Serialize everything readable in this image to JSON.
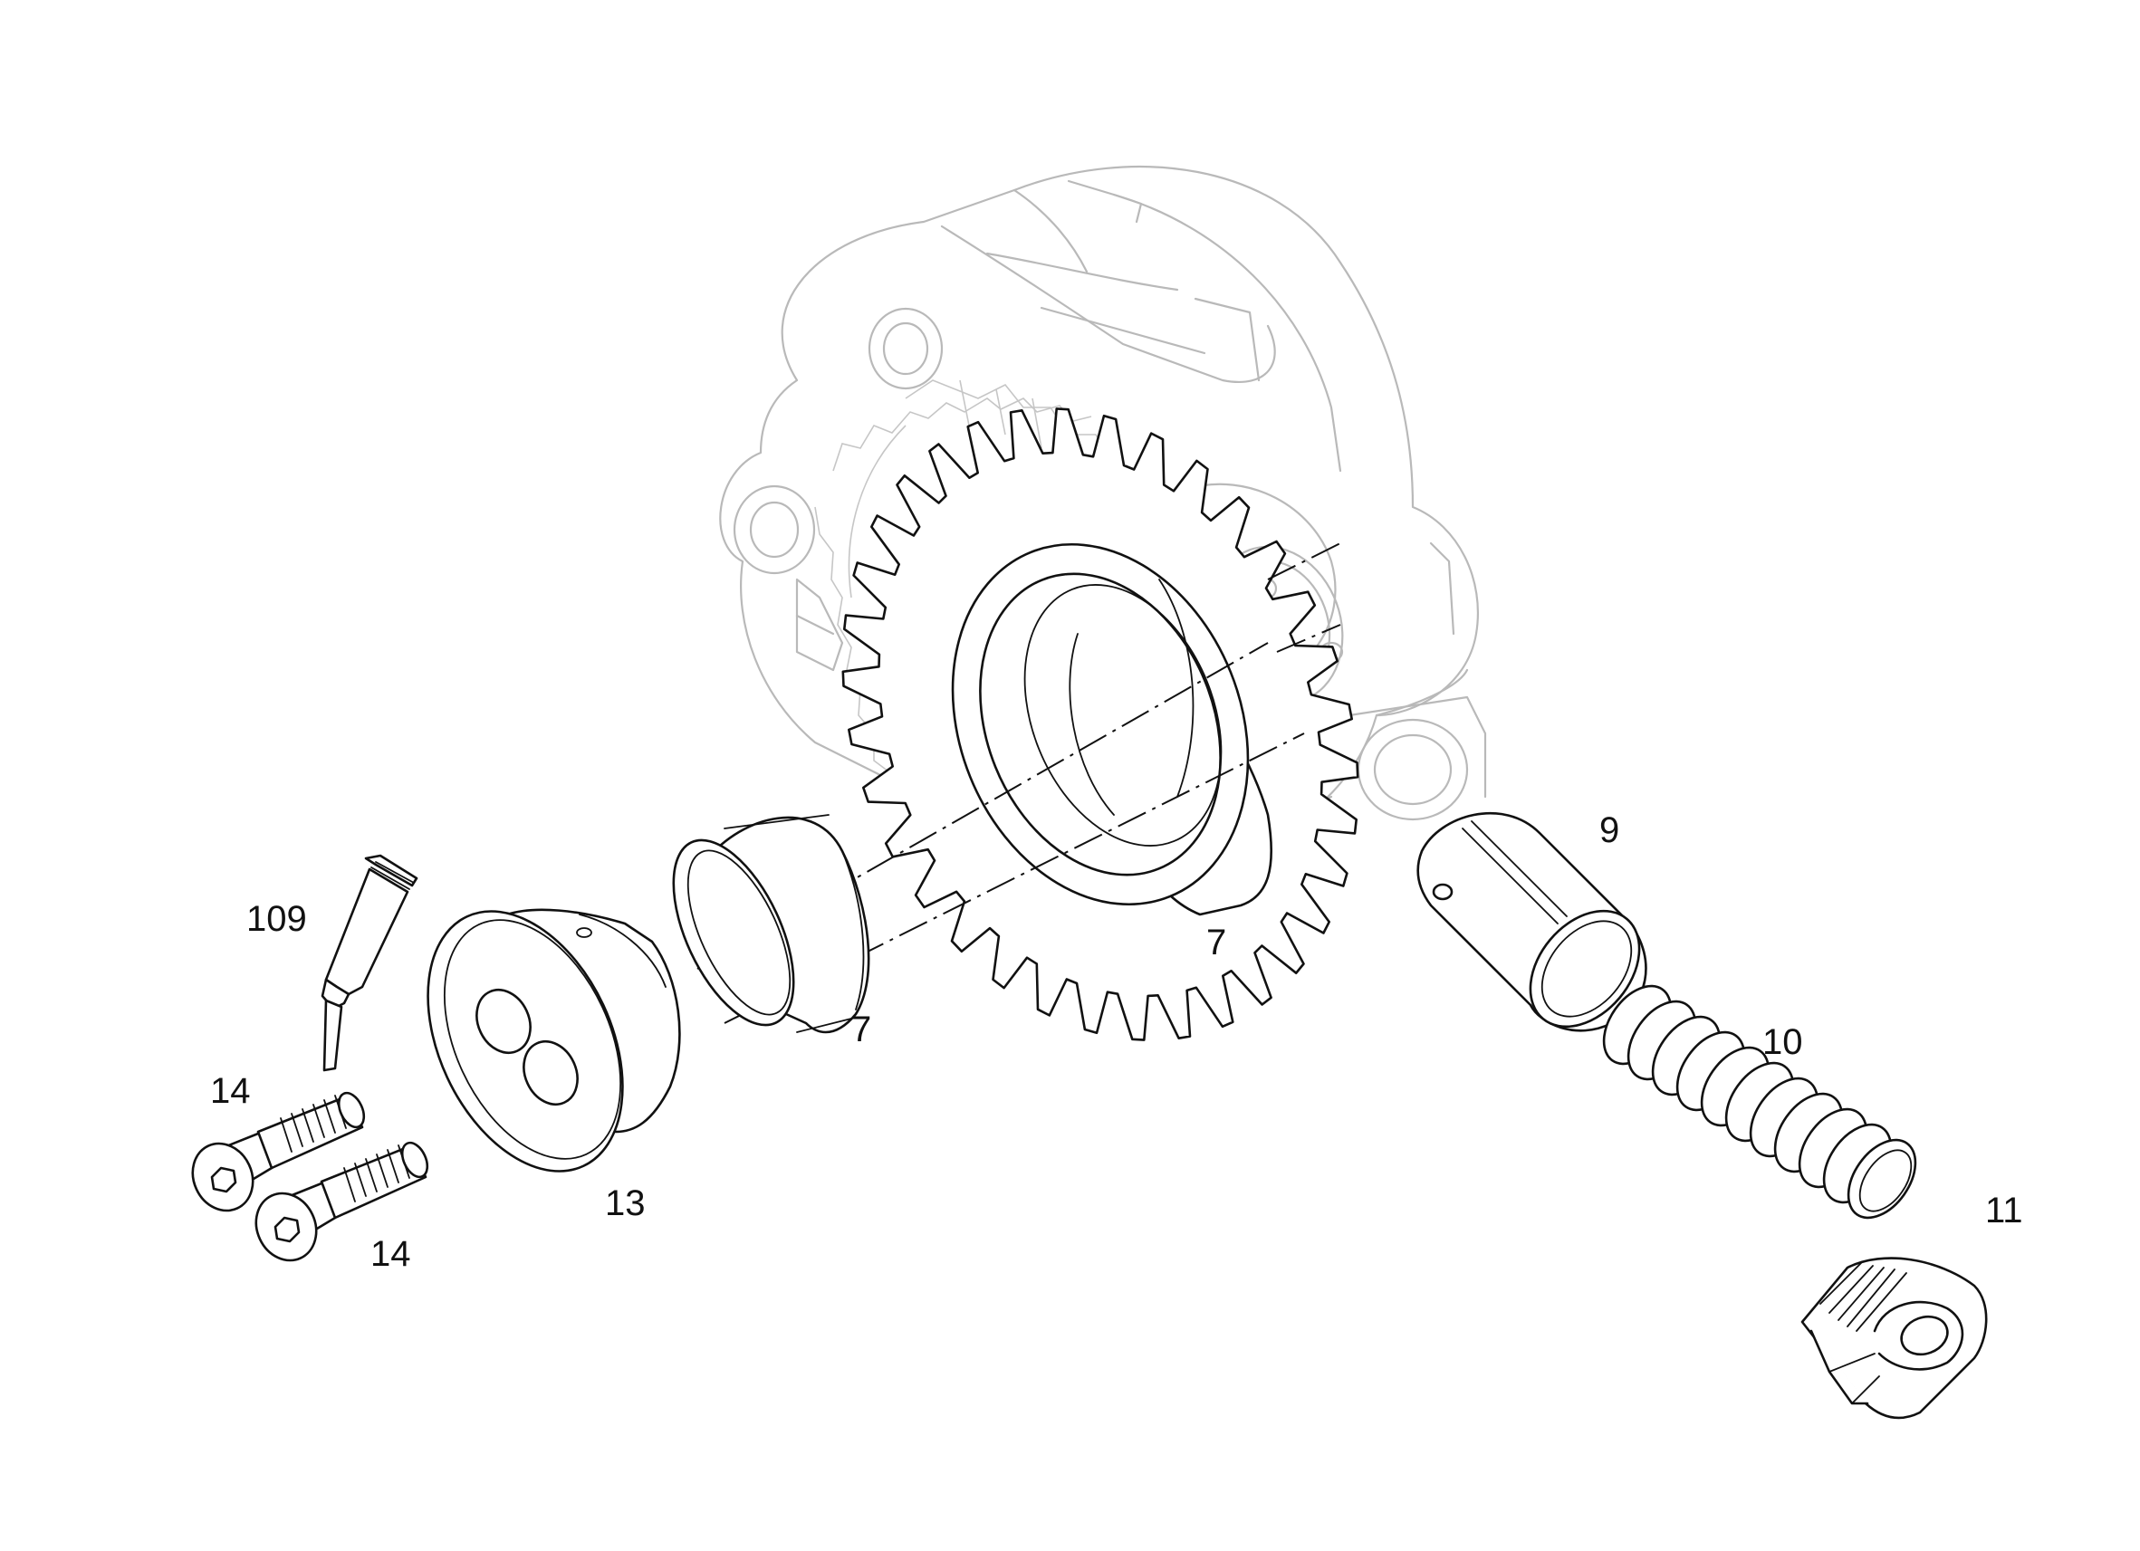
{
  "diagram": {
    "callouts": [
      {
        "id": "callout-109",
        "label": "109"
      },
      {
        "id": "callout-14-upper",
        "label": "14"
      },
      {
        "id": "callout-14-lower",
        "label": "14"
      },
      {
        "id": "callout-13",
        "label": "13"
      },
      {
        "id": "callout-7-bushing",
        "label": "7"
      },
      {
        "id": "callout-7-gear",
        "label": "7"
      },
      {
        "id": "callout-9",
        "label": "9"
      },
      {
        "id": "callout-10",
        "label": "10"
      },
      {
        "id": "callout-11",
        "label": "11"
      }
    ],
    "line_color": "#111111",
    "ghost_color": "#b9b9b9",
    "background": "#ffffff"
  }
}
